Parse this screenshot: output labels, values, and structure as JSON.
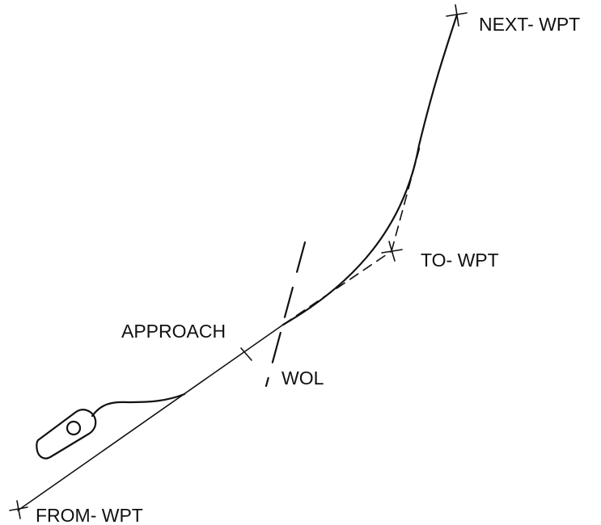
{
  "labels": {
    "next_wpt": "NEXT- WPT",
    "to_wpt": "TO- WPT",
    "from_wpt": "FROM- WPT",
    "approach": "APPROACH",
    "wol": "WOL"
  },
  "colors": {
    "line": "#111111",
    "background": "#ffffff"
  }
}
